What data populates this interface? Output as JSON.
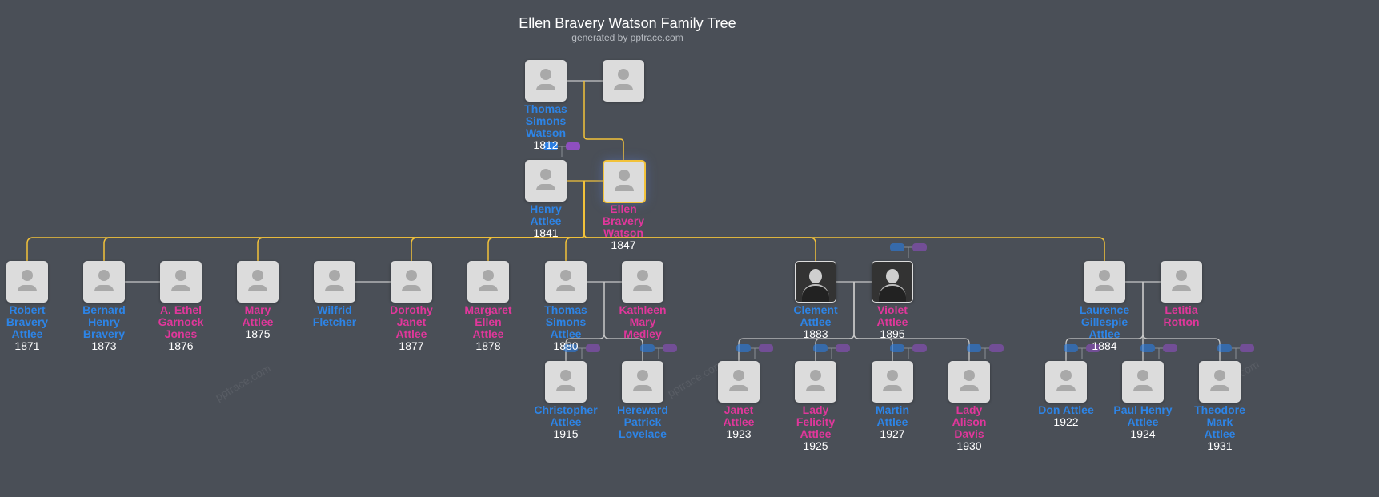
{
  "header": {
    "title": "Ellen Bravery Watson Family Tree",
    "subtitle": "generated by pptrace.com"
  },
  "watermark": "pptrace.com",
  "colors": {
    "male": "#2d84e6",
    "female": "#e0379b",
    "descent_line": "#f2c23a",
    "relation_line": "#c8c8c8",
    "background": "#4a4f57",
    "badge_blue": "#2a7de1",
    "badge_purple": "#8e4fbf"
  },
  "people": [
    {
      "id": "tsw",
      "name": [
        "Thomas",
        "Simons",
        "Watson"
      ],
      "year": "1812",
      "gender": "m"
    },
    {
      "id": "tsw_spouse",
      "name": [],
      "year": "",
      "gender": "f"
    },
    {
      "id": "henry",
      "name": [
        "Henry",
        "Attlee"
      ],
      "year": "1841",
      "gender": "m"
    },
    {
      "id": "ellen",
      "name": [
        "Ellen",
        "Bravery",
        "Watson"
      ],
      "year": "1847",
      "gender": "f",
      "focus": true
    },
    {
      "id": "robert",
      "name": [
        "Robert",
        "Bravery",
        "Attlee"
      ],
      "year": "1871",
      "gender": "m"
    },
    {
      "id": "bernard",
      "name": [
        "Bernard",
        "Henry",
        "Bravery"
      ],
      "year": "1873",
      "gender": "m"
    },
    {
      "id": "ethel",
      "name": [
        "A. Ethel",
        "Garnock",
        "Jones"
      ],
      "year": "1876",
      "gender": "f"
    },
    {
      "id": "mary",
      "name": [
        "Mary",
        "Attlee"
      ],
      "year": "1875",
      "gender": "f"
    },
    {
      "id": "wilfrid",
      "name": [
        "Wilfrid",
        "Fletcher"
      ],
      "year": "",
      "gender": "m"
    },
    {
      "id": "dorothy",
      "name": [
        "Dorothy",
        "Janet",
        "Attlee"
      ],
      "year": "1877",
      "gender": "f"
    },
    {
      "id": "margaret",
      "name": [
        "Margaret",
        "Ellen",
        "Attlee"
      ],
      "year": "1878",
      "gender": "f"
    },
    {
      "id": "thomas",
      "name": [
        "Thomas",
        "Simons",
        "Attlee"
      ],
      "year": "1880",
      "gender": "m"
    },
    {
      "id": "kathleen",
      "name": [
        "Kathleen",
        "Mary",
        "Medley"
      ],
      "year": "",
      "gender": "f"
    },
    {
      "id": "clement",
      "name": [
        "Clement",
        "Attlee"
      ],
      "year": "1883",
      "gender": "m",
      "photo": true
    },
    {
      "id": "violet",
      "name": [
        "Violet",
        "Attlee"
      ],
      "year": "1895",
      "gender": "f",
      "photo": true
    },
    {
      "id": "laurence",
      "name": [
        "Laurence",
        "Gillespie",
        "Attlee"
      ],
      "year": "1884",
      "gender": "m"
    },
    {
      "id": "letitia",
      "name": [
        "Letitia",
        "Rotton"
      ],
      "year": "",
      "gender": "f"
    },
    {
      "id": "christopher",
      "name": [
        "Christopher",
        "Attlee"
      ],
      "year": "1915",
      "gender": "m"
    },
    {
      "id": "hereward",
      "name": [
        "Hereward",
        "Patrick",
        "Lovelace"
      ],
      "year": "",
      "gender": "m"
    },
    {
      "id": "janet",
      "name": [
        "Janet",
        "Attlee"
      ],
      "year": "1923",
      "gender": "f"
    },
    {
      "id": "felicity",
      "name": [
        "Lady",
        "Felicity",
        "Attlee"
      ],
      "year": "1925",
      "gender": "f"
    },
    {
      "id": "martin",
      "name": [
        "Martin",
        "Attlee"
      ],
      "year": "1927",
      "gender": "m"
    },
    {
      "id": "alison",
      "name": [
        "Lady",
        "Alison",
        "Davis"
      ],
      "year": "1930",
      "gender": "f"
    },
    {
      "id": "don",
      "name": [
        "Don Attlee"
      ],
      "year": "1922",
      "gender": "m"
    },
    {
      "id": "paul",
      "name": [
        "Paul Henry",
        "Attlee"
      ],
      "year": "1924",
      "gender": "m"
    },
    {
      "id": "theodore",
      "name": [
        "Theodore",
        "Mark",
        "Attlee"
      ],
      "year": "1931",
      "gender": "m"
    }
  ]
}
